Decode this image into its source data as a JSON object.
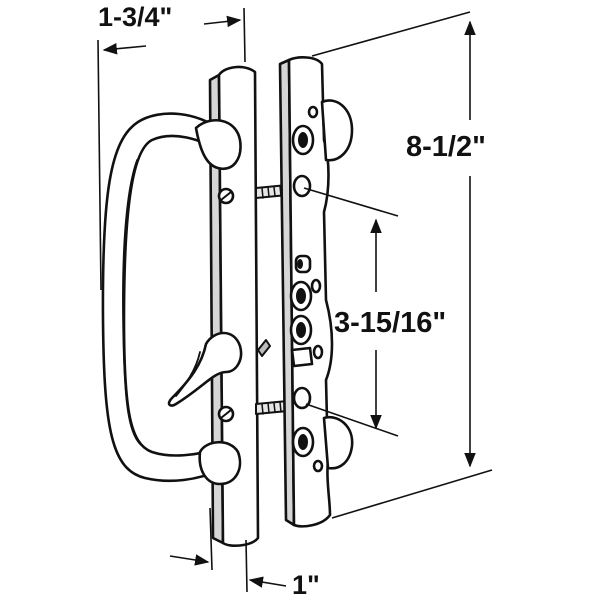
{
  "dimensions": {
    "width": "1-3/4\"",
    "height": "8-1/2\"",
    "hole_spacing": "3-15/16\"",
    "thickness": "1\""
  },
  "colors": {
    "line": "#111111",
    "fill": "#ffffff",
    "shade": "#cfcfcf"
  }
}
